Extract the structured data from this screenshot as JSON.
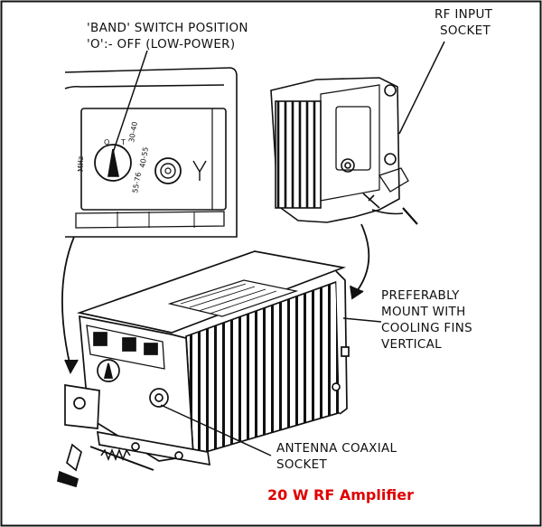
{
  "labels": {
    "band_switch_line1": "'BAND' SWITCH POSITION",
    "band_switch_line2": "'O':- OFF (LOW-POWER)",
    "rf_input_line1": "RF INPUT",
    "rf_input_line2": "SOCKET",
    "mount_line1": "PREFERABLY",
    "mount_line2": "MOUNT WITH",
    "mount_line3": "COOLING FINS",
    "mount_line4": "VERTICAL",
    "antenna_line1": "ANTENNA COAXIAL",
    "antenna_line2": "SOCKET",
    "caption": "20 W RF Amplifier"
  },
  "dial": {
    "unit": "MHz",
    "positions": [
      "O",
      "T",
      "30-40",
      "40-55",
      "55-76"
    ]
  },
  "colors": {
    "ink": "#111111",
    "caption": "#e00000",
    "background": "#ffffff"
  }
}
